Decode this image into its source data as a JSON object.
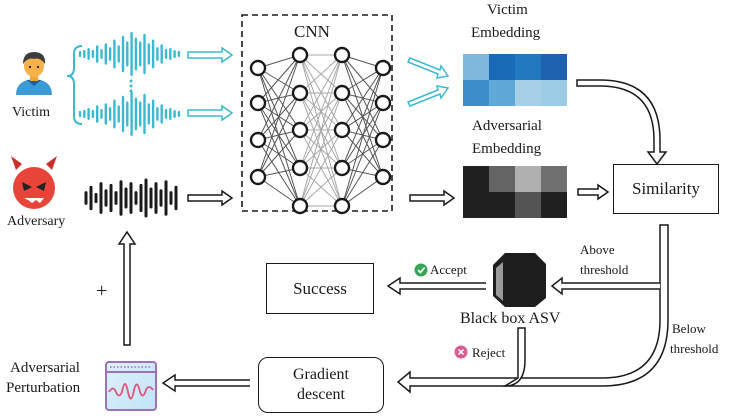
{
  "actors": {
    "victim": "Victim",
    "adversary": "Adversary"
  },
  "network": {
    "label": "CNN"
  },
  "embeddings": {
    "victim": {
      "line1": "Victim",
      "line2": "Embedding",
      "cells": [
        [
          "#7fb8dd",
          "#1a6bb7",
          "#2379bf",
          "#1e63ad"
        ],
        [
          "#3c8ecb",
          "#5fa8d8",
          "#a7d0e8",
          "#9ccbe6"
        ]
      ]
    },
    "adversarial": {
      "line1": "Adversarial",
      "line2": "Embedding",
      "cells": [
        [
          "#202020",
          "#646464",
          "#b0b0b0",
          "#6f6f6f"
        ],
        [
          "#202020",
          "#202020",
          "#545454",
          "#202020"
        ]
      ]
    }
  },
  "nodes": {
    "similarity": "Similarity",
    "success": "Success",
    "asv": "Black box ASV",
    "gradient_line1": "Gradient",
    "gradient_line2": "descent",
    "perturb_line1": "Adversarial",
    "perturb_line2": "Perturbation"
  },
  "edges": {
    "accept": "Accept",
    "reject": "Reject",
    "above_line1": "Above",
    "above_line2": "threshold",
    "below_line1": "Below",
    "below_line2": "threshold",
    "plus": "+"
  },
  "colors": {
    "cyan": "#3bb9d0",
    "accept_green": "#3aa35a",
    "reject_pink": "#d65c92",
    "devil_red": "#e8443a"
  }
}
